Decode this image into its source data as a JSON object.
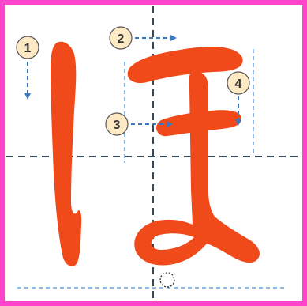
{
  "figure": {
    "character": "ほ",
    "step_badges": [
      {
        "number": "1",
        "direction": "down"
      },
      {
        "number": "2",
        "direction": "right"
      },
      {
        "number": "3",
        "direction": "right"
      },
      {
        "number": "4",
        "direction": "down"
      }
    ],
    "colors": {
      "frame_border": "#ff44cc",
      "stroke_fill": "#f04a1a",
      "center_guides": "#34495e",
      "helper_lines": "#4a90d9",
      "badge_fill": "#fde9c4",
      "badge_border": "#555555",
      "arrow_color": "#3a78c0"
    }
  }
}
